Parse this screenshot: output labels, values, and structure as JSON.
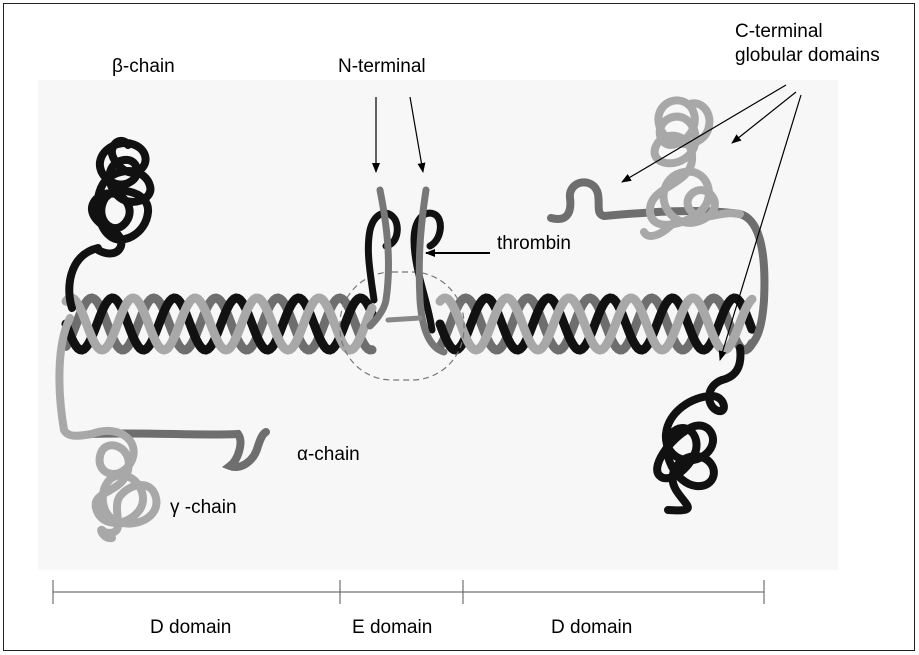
{
  "labels": {
    "beta_chain": "β-chain",
    "n_terminal": "N-terminal",
    "c_terminal_line1": "C-terminal",
    "c_terminal_line2": "globular domains",
    "thrombin": "thrombin",
    "alpha_chain": "α-chain",
    "gamma_chain": "γ -chain"
  },
  "domains": [
    "D domain",
    "E domain",
    "D domain"
  ],
  "colors": {
    "beta_chain": "#111111",
    "alpha_chain": "#6e6e6e",
    "gamma_chain": "#a8a8a8",
    "background_panel": "#f7f7f7",
    "cleavage_circle": "#777777"
  }
}
